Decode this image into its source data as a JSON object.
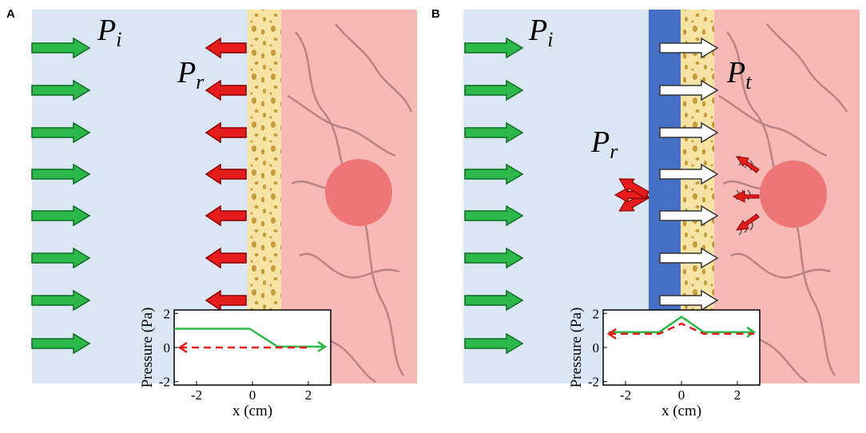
{
  "panels": [
    {
      "letter": "A",
      "incident_label": "P",
      "incident_sub": "i",
      "reflected_label": "P",
      "reflected_sub": "r",
      "green_arrow_count": 8,
      "red_arrow_count": 8,
      "has_shield": false,
      "colors": {
        "water": "#dae6f3",
        "skull": "#f7e3a3",
        "brain": "#f6b9b6",
        "tumor": "#ef7676",
        "incident": "#2db84a",
        "reflected": "#e41c1c",
        "shield": "#4670c6"
      },
      "inset": {
        "ylabel": "Pressure (Pa)",
        "xlabel": "x (cm)",
        "xticks": [
          "-2",
          "0",
          "2"
        ],
        "yticks": [
          "2",
          "0",
          "-2"
        ],
        "xlim": [
          -2.8,
          2.8
        ],
        "ylim": [
          -2.2,
          2.2
        ],
        "green_series": {
          "x": [
            -2.8,
            -0.1,
            0.9,
            2.6
          ],
          "y": [
            1.1,
            1.1,
            0.05,
            0.05
          ]
        },
        "red_series": {
          "x": [
            -2.6,
            2.0
          ],
          "y": [
            0.0,
            0.0
          ]
        }
      }
    },
    {
      "letter": "B",
      "incident_label": "P",
      "incident_sub": "i",
      "reflected_label": "P",
      "reflected_sub": "r",
      "transmitted_label": "P",
      "transmitted_sub": "t",
      "green_arrow_count": 8,
      "white_arrow_count": 8,
      "has_shield": true,
      "inset": {
        "ylabel": "Pressure (Pa)",
        "xlabel": "x (cm)",
        "xticks": [
          "-2",
          "0",
          "2"
        ],
        "yticks": [
          "2",
          "0",
          "-2"
        ],
        "xlim": [
          -2.8,
          2.8
        ],
        "ylim": [
          -2.2,
          2.2
        ],
        "green_series": {
          "x": [
            -2.6,
            -0.8,
            0.0,
            0.8,
            2.6
          ],
          "y": [
            0.9,
            0.9,
            1.8,
            0.9,
            0.9
          ]
        },
        "red_series": {
          "x": [
            -2.6,
            -0.8,
            0.0,
            0.8,
            2.6
          ],
          "y": [
            0.8,
            0.8,
            1.4,
            0.8,
            0.8
          ]
        }
      }
    }
  ]
}
